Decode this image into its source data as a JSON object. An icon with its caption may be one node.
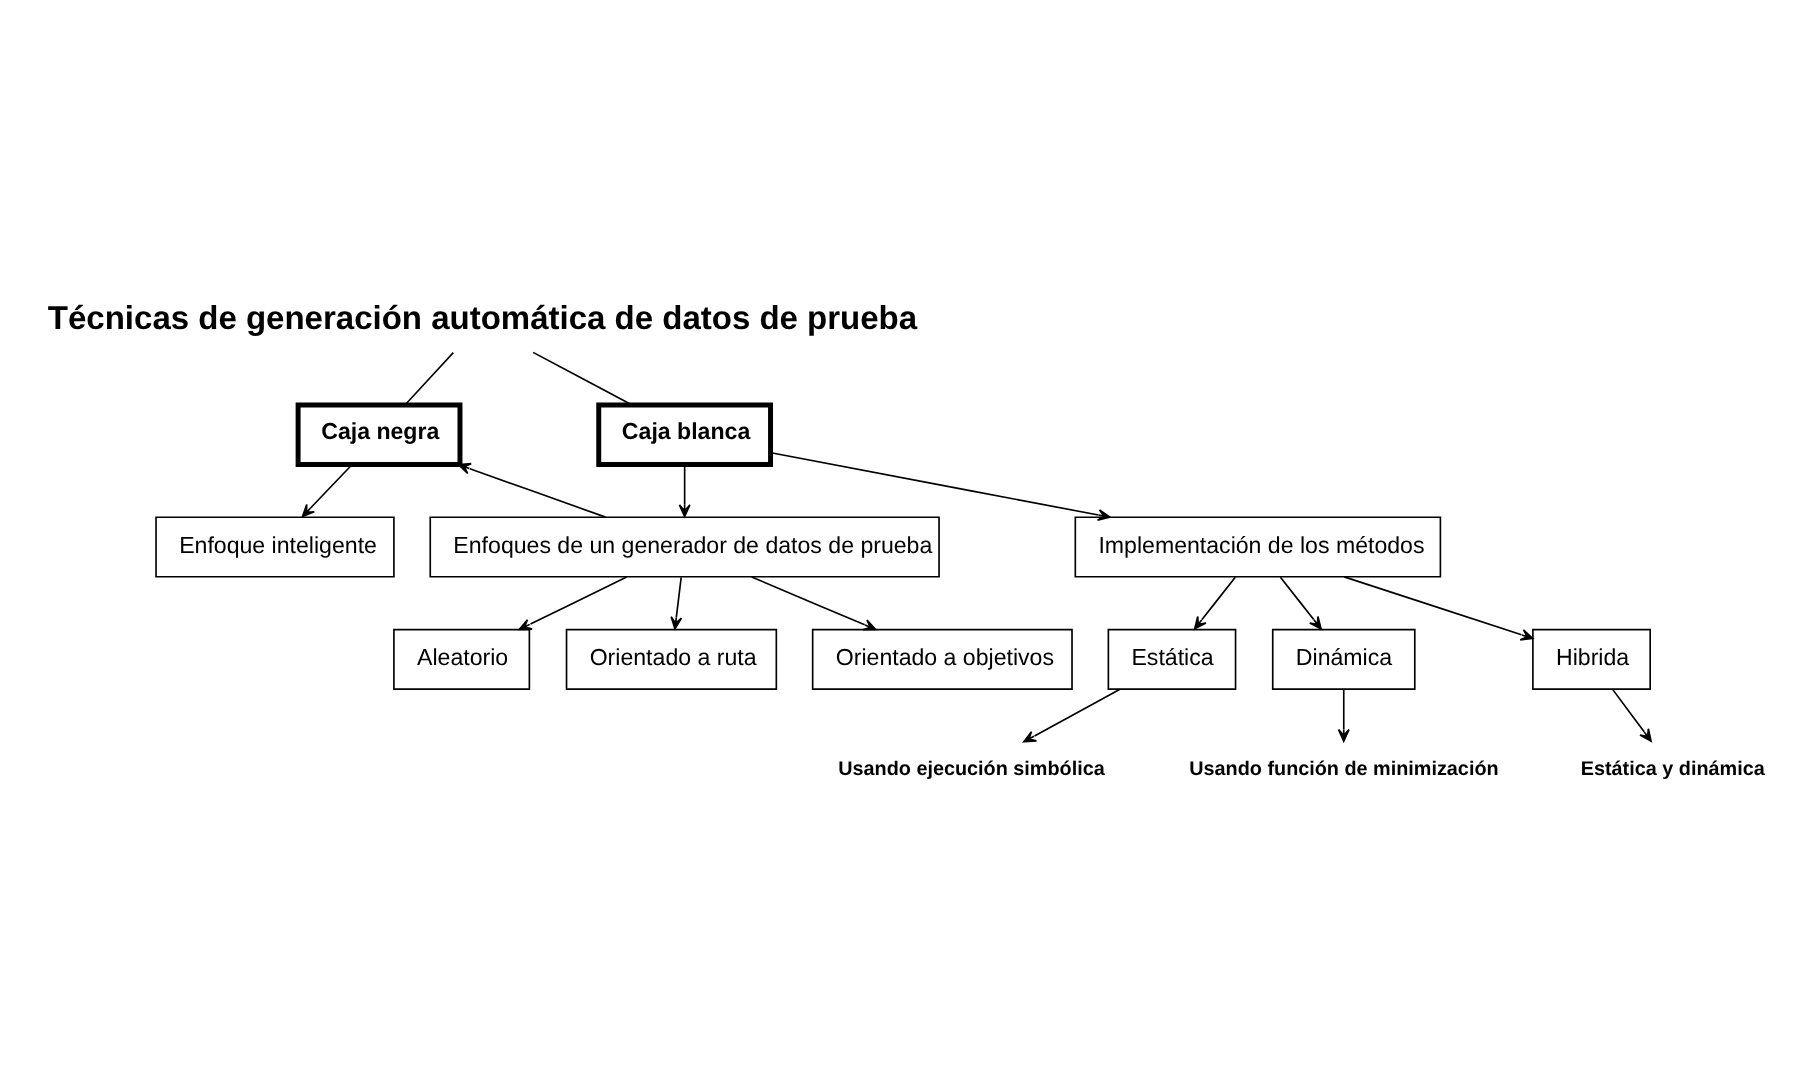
{
  "diagram": {
    "nodes": [
      {
        "text": [
          "Técnicas de generación automática de datos de prueba"
        ]
      },
      {
        "text": [
          "Caja negra"
        ]
      },
      {
        "text": [
          "Caja blanca"
        ]
      },
      {
        "text": [
          "Enfoques de un generador de datos de prueba"
        ]
      },
      {
        "text": [
          "Implementación de los métodos"
        ]
      },
      {
        "text": [
          "Aleatorio"
        ]
      },
      {
        "text": [
          "Orientado a ruta"
        ]
      },
      {
        "text": [
          "Orientado a objetivos"
        ]
      },
      {
        "text": [
          "Estática"
        ]
      },
      {
        "text": [
          "Usando ejecución simbólica"
        ]
      },
      {
        "text": [
          "Dinámica"
        ]
      },
      {
        "text": [
          "Usando función de minimización"
        ]
      },
      {
        "text": [
          "Hibrida"
        ]
      },
      {
        "text": [
          "Estática y dinámica"
        ]
      },
      {
        "text": [
          "Enfoque inteligente"
        ]
      }
    ],
    "edges": [
      {
        "from": 0,
        "to": 1,
        "arrow": "none"
      },
      {
        "from": 0,
        "to": 2,
        "arrow": "none"
      },
      {
        "from": 2,
        "to": 3,
        "arrow": "to"
      },
      {
        "from": 2,
        "to": 4,
        "arrow": "to"
      },
      {
        "from": 3,
        "to": 1,
        "arrow": "to"
      },
      {
        "from": 1,
        "to": 14,
        "arrow": "to"
      },
      {
        "from": 3,
        "to": 5,
        "arrow": "to"
      },
      {
        "from": 3,
        "to": 6,
        "arrow": "to"
      },
      {
        "from": 3,
        "to": 7,
        "arrow": "to"
      },
      {
        "from": 4,
        "to": 8,
        "arrow": "to"
      },
      {
        "from": 4,
        "to": 10,
        "arrow": "to"
      },
      {
        "from": 4,
        "to": 12,
        "arrow": "to"
      },
      {
        "from": 8,
        "to": 9,
        "arrow": "to"
      },
      {
        "from": 10,
        "to": 11,
        "arrow": "to"
      },
      {
        "from": 12,
        "to": 13,
        "arrow": "to"
      }
    ]
  }
}
